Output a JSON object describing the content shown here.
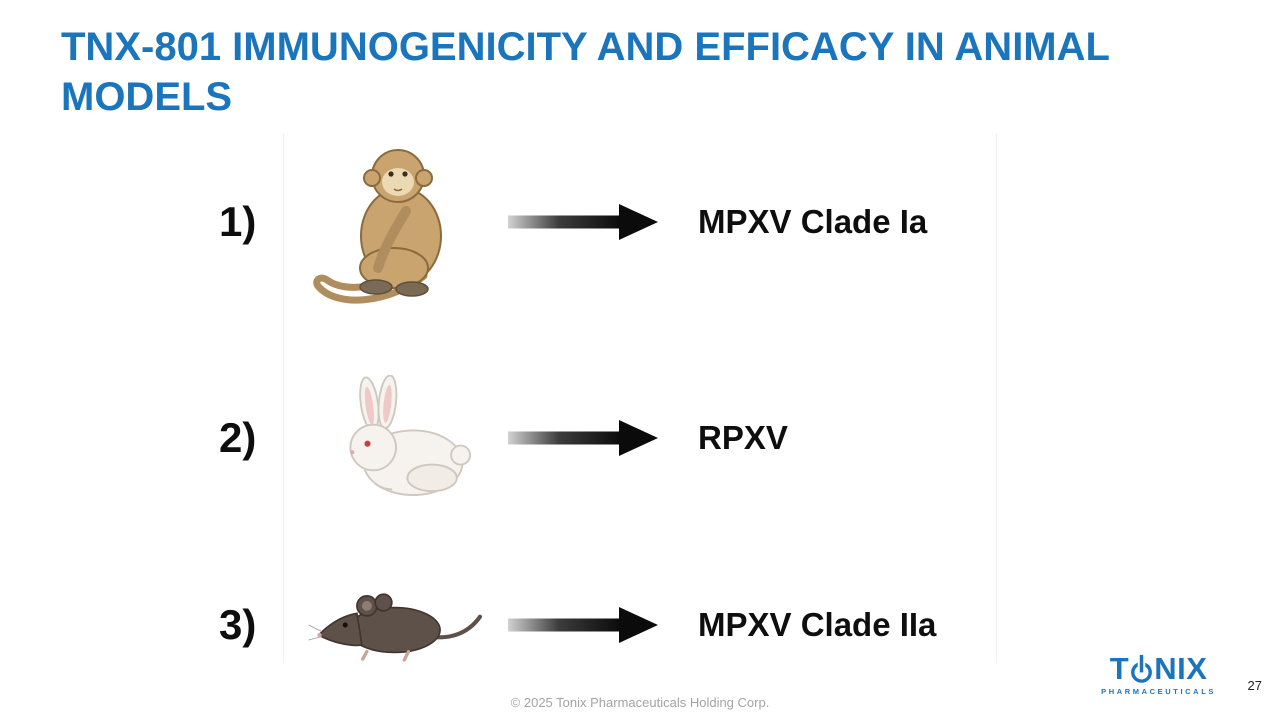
{
  "slide": {
    "title": "TNX-801 IMMUNOGENICITY AND EFFICACY IN ANIMAL\nMODELS",
    "rows": [
      {
        "number": "1)",
        "animal": "monkey",
        "label": "MPXV Clade Ia"
      },
      {
        "number": "2)",
        "animal": "rabbit",
        "label": "RPXV"
      },
      {
        "number": "3)",
        "animal": "mouse",
        "label": "MPXV Clade IIa"
      }
    ],
    "footer": {
      "copyright": "© 2025 Tonix Pharmaceuticals Holding Corp.",
      "page_number": "27"
    },
    "logo": {
      "prefix": "T",
      "suffix": "NIX",
      "tagline": "PHARMACEUTICALS"
    },
    "colors": {
      "title_blue": "#1B75BC",
      "label_black": "#0E0E0E",
      "footer_gray": "#A3A3A3"
    }
  }
}
